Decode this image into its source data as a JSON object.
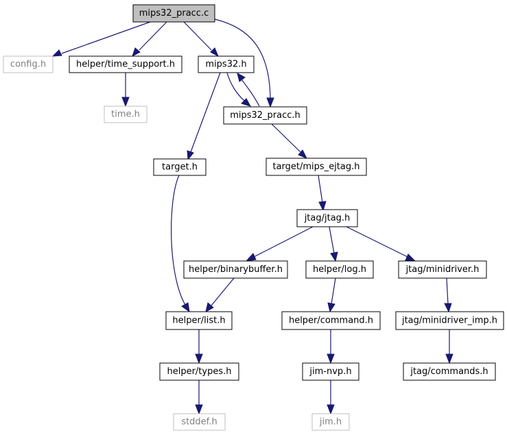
{
  "diagram": {
    "colors": {
      "root_fill": "#bfbfbf",
      "node_fill": "#ffffff",
      "node_border": "#000000",
      "external_border": "#bfbfbf",
      "external_text": "#7f7f7f",
      "edge": "#191970"
    },
    "nodes": {
      "root": "mips32_pracc.c",
      "config": "config.h",
      "time_support": "helper/time_support.h",
      "mips32": "mips32.h",
      "time": "time.h",
      "mips32_pracc_h": "mips32_pracc.h",
      "target": "target.h",
      "mips_ejtag": "target/mips_ejtag.h",
      "jtag": "jtag/jtag.h",
      "binarybuffer": "helper/binarybuffer.h",
      "log": "helper/log.h",
      "minidriver": "jtag/minidriver.h",
      "list": "helper/list.h",
      "command": "helper/command.h",
      "minidriver_imp": "jtag/minidriver_imp.h",
      "types": "helper/types.h",
      "jim_nvp": "jim-nvp.h",
      "commands": "jtag/commands.h",
      "stddef": "stddef.h",
      "jim": "jim.h"
    },
    "edges": [
      {
        "from": "root",
        "to": "config"
      },
      {
        "from": "root",
        "to": "time_support"
      },
      {
        "from": "root",
        "to": "mips32"
      },
      {
        "from": "root",
        "to": "mips32_pracc_h"
      },
      {
        "from": "time_support",
        "to": "time"
      },
      {
        "from": "mips32",
        "to": "mips32_pracc_h"
      },
      {
        "from": "mips32_pracc_h",
        "to": "mips32"
      },
      {
        "from": "mips32",
        "to": "target"
      },
      {
        "from": "mips32_pracc_h",
        "to": "mips_ejtag"
      },
      {
        "from": "mips_ejtag",
        "to": "jtag"
      },
      {
        "from": "jtag",
        "to": "binarybuffer"
      },
      {
        "from": "jtag",
        "to": "log"
      },
      {
        "from": "jtag",
        "to": "minidriver"
      },
      {
        "from": "target",
        "to": "list"
      },
      {
        "from": "binarybuffer",
        "to": "list"
      },
      {
        "from": "log",
        "to": "command"
      },
      {
        "from": "minidriver",
        "to": "minidriver_imp"
      },
      {
        "from": "list",
        "to": "types"
      },
      {
        "from": "command",
        "to": "jim_nvp"
      },
      {
        "from": "minidriver_imp",
        "to": "commands"
      },
      {
        "from": "types",
        "to": "stddef"
      },
      {
        "from": "jim_nvp",
        "to": "jim"
      }
    ]
  }
}
